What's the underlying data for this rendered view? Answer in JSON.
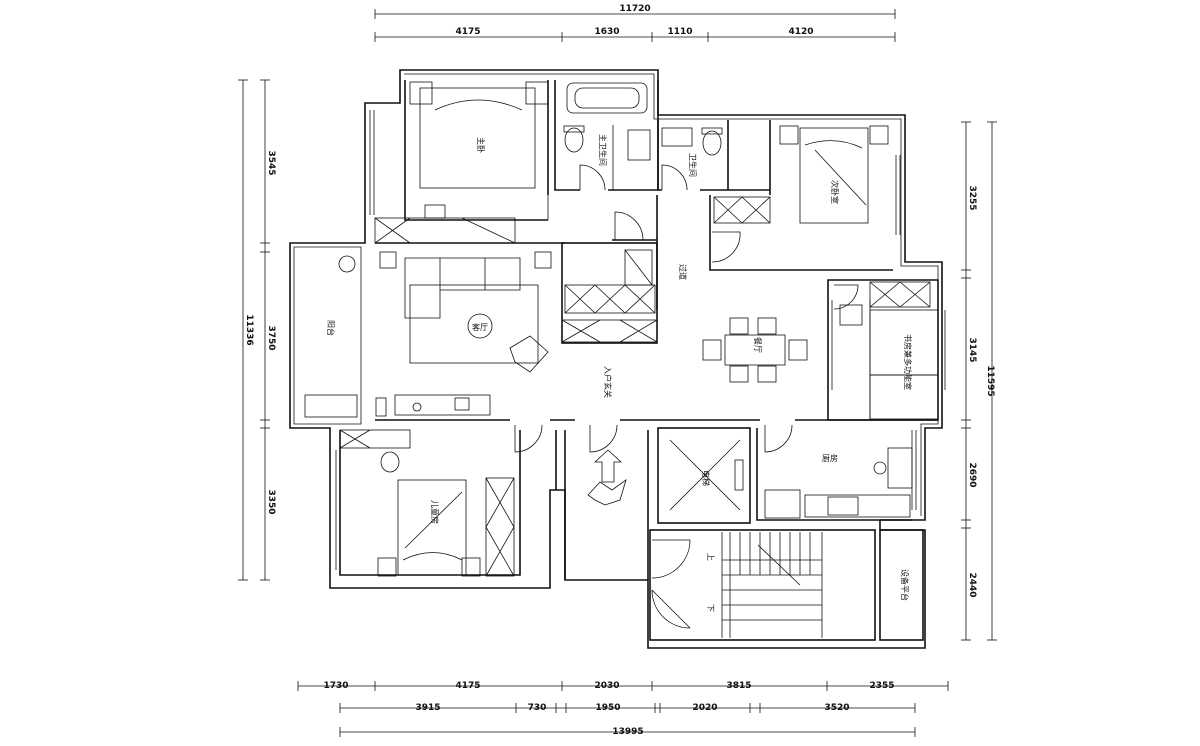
{
  "dimensions": {
    "top_total": "11720",
    "top_segments": [
      "4175",
      "1630",
      "1110",
      "4120"
    ],
    "left_total": "11336",
    "left_segments": [
      "3545",
      "3750",
      "3350"
    ],
    "right_total": "11595",
    "right_segments": [
      "3255",
      "3145",
      "2690",
      "2440"
    ],
    "bottom_row1": [
      "1730",
      "4175",
      "2030",
      "3815",
      "2355"
    ],
    "bottom_row2": [
      "3915",
      "730",
      "1950",
      "2020",
      "3520"
    ],
    "bottom_total": "13995"
  },
  "rooms": {
    "master_bedroom": "主卧",
    "master_bath": "主卫生间",
    "public_bath": "卫生间",
    "second_bedroom": "次卧室",
    "living_room": "客厅",
    "balcony": "阳台",
    "corridor": "过道",
    "dining": "餐厅",
    "entrance": "入户玄关",
    "study": "书房兼多功能室",
    "third_bedroom": "儿童房",
    "elevator": "电梯",
    "kitchen": "厨房",
    "service_balcony": "设备平台",
    "stair_up": "上",
    "stair_down": "下"
  }
}
